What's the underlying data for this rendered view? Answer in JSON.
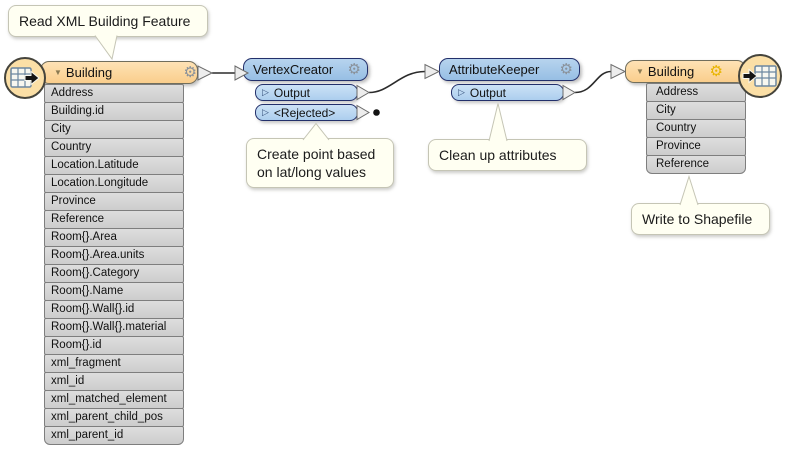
{
  "annotations": {
    "read_xml": "Read XML Building Feature",
    "create_point": "Create point based on lat/long values",
    "clean_up": "Clean up attributes",
    "write_shapefile": "Write to Shapefile"
  },
  "reader": {
    "title": "Building",
    "attributes": [
      "Address",
      "Building.id",
      "City",
      "Country",
      "Location.Latitude",
      "Location.Longitude",
      "Province",
      "Reference",
      "Room{}.Area",
      "Room{}.Area.units",
      "Room{}.Category",
      "Room{}.Name",
      "Room{}.Wall{}.id",
      "Room{}.Wall{}.material",
      "Room{}.id",
      "xml_fragment",
      "xml_id",
      "xml_matched_element",
      "xml_parent_child_pos",
      "xml_parent_id"
    ]
  },
  "vertex_creator": {
    "title": "VertexCreator",
    "output_label": "Output",
    "rejected_label": "<Rejected>"
  },
  "attribute_keeper": {
    "title": "AttributeKeeper",
    "output_label": "Output"
  },
  "writer": {
    "title": "Building",
    "attributes": [
      "Address",
      "City",
      "Country",
      "Province",
      "Reference"
    ]
  },
  "icons": {
    "gear": "⚙",
    "collapse": "▼",
    "port_arrow": "▷"
  },
  "colors": {
    "reader_header": "#FACE8C",
    "transformer_header": "#97BFE4",
    "port_fill": "#ACCEEE",
    "attribute_row": "#D5D5D5",
    "annotation_fill": "#FFFFF2",
    "green_port_arrow": "#2E9E2E",
    "writer_gear": "#E8B400"
  }
}
